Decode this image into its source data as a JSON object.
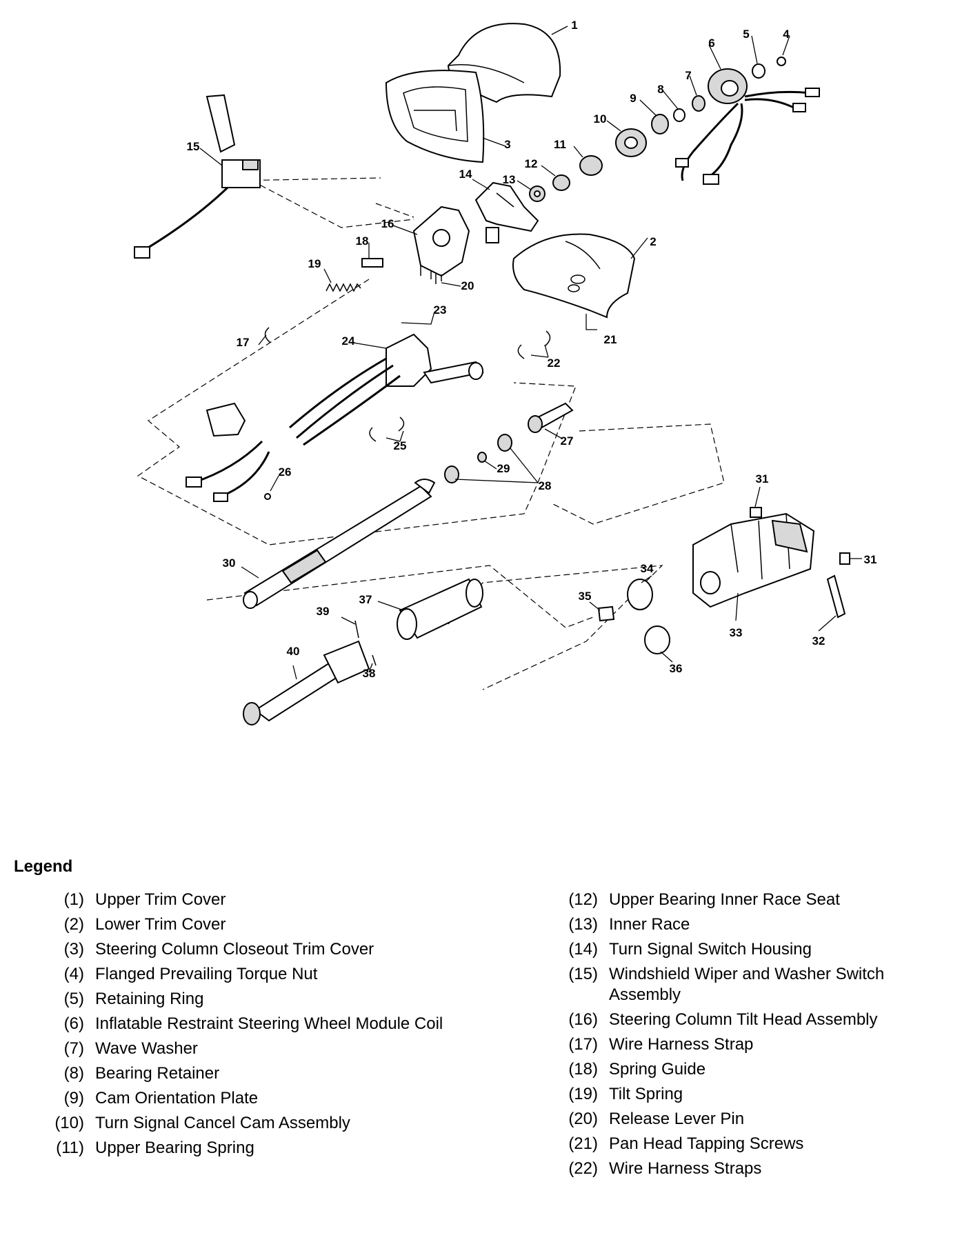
{
  "callouts": [
    {
      "n": "1"
    },
    {
      "n": "2"
    },
    {
      "n": "3"
    },
    {
      "n": "4"
    },
    {
      "n": "5"
    },
    {
      "n": "6"
    },
    {
      "n": "7"
    },
    {
      "n": "8"
    },
    {
      "n": "9"
    },
    {
      "n": "10"
    },
    {
      "n": "11"
    },
    {
      "n": "12"
    },
    {
      "n": "13"
    },
    {
      "n": "14"
    },
    {
      "n": "15"
    },
    {
      "n": "16"
    },
    {
      "n": "17"
    },
    {
      "n": "18"
    },
    {
      "n": "19"
    },
    {
      "n": "20"
    },
    {
      "n": "21"
    },
    {
      "n": "22"
    },
    {
      "n": "23"
    },
    {
      "n": "24"
    },
    {
      "n": "25"
    },
    {
      "n": "26"
    },
    {
      "n": "27"
    },
    {
      "n": "28"
    },
    {
      "n": "29"
    },
    {
      "n": "30"
    },
    {
      "n": "31"
    },
    {
      "n": "31"
    },
    {
      "n": "32"
    },
    {
      "n": "33"
    },
    {
      "n": "34"
    },
    {
      "n": "35"
    },
    {
      "n": "36"
    },
    {
      "n": "37"
    },
    {
      "n": "38"
    },
    {
      "n": "39"
    },
    {
      "n": "40"
    }
  ],
  "legend": {
    "title": "Legend",
    "left": [
      {
        "num": "(1)",
        "text": "Upper Trim Cover"
      },
      {
        "num": "(2)",
        "text": "Lower Trim Cover"
      },
      {
        "num": "(3)",
        "text": "Steering Column Closeout Trim Cover"
      },
      {
        "num": "(4)",
        "text": "Flanged Prevailing Torque Nut"
      },
      {
        "num": "(5)",
        "text": "Retaining Ring"
      },
      {
        "num": "(6)",
        "text": "Inflatable Restraint Steering Wheel Module Coil"
      },
      {
        "num": "(7)",
        "text": "Wave Washer"
      },
      {
        "num": "(8)",
        "text": "Bearing Retainer"
      },
      {
        "num": "(9)",
        "text": "Cam Orientation Plate"
      },
      {
        "num": "(10)",
        "text": "Turn Signal Cancel Cam Assembly"
      },
      {
        "num": "(11)",
        "text": "Upper Bearing Spring"
      }
    ],
    "right": [
      {
        "num": "(12)",
        "text": "Upper Bearing Inner Race Seat"
      },
      {
        "num": "(13)",
        "text": "Inner Race"
      },
      {
        "num": "(14)",
        "text": "Turn Signal Switch Housing"
      },
      {
        "num": "(15)",
        "text": "Windshield Wiper and Washer Switch Assembly"
      },
      {
        "num": "(16)",
        "text": "Steering Column Tilt Head Assembly"
      },
      {
        "num": "(17)",
        "text": "Wire Harness Strap"
      },
      {
        "num": "(18)",
        "text": "Spring Guide"
      },
      {
        "num": "(19)",
        "text": "Tilt Spring"
      },
      {
        "num": "(20)",
        "text": "Release Lever Pin"
      },
      {
        "num": "(21)",
        "text": "Pan Head Tapping Screws"
      },
      {
        "num": "(22)",
        "text": "Wire Harness Straps"
      }
    ]
  }
}
